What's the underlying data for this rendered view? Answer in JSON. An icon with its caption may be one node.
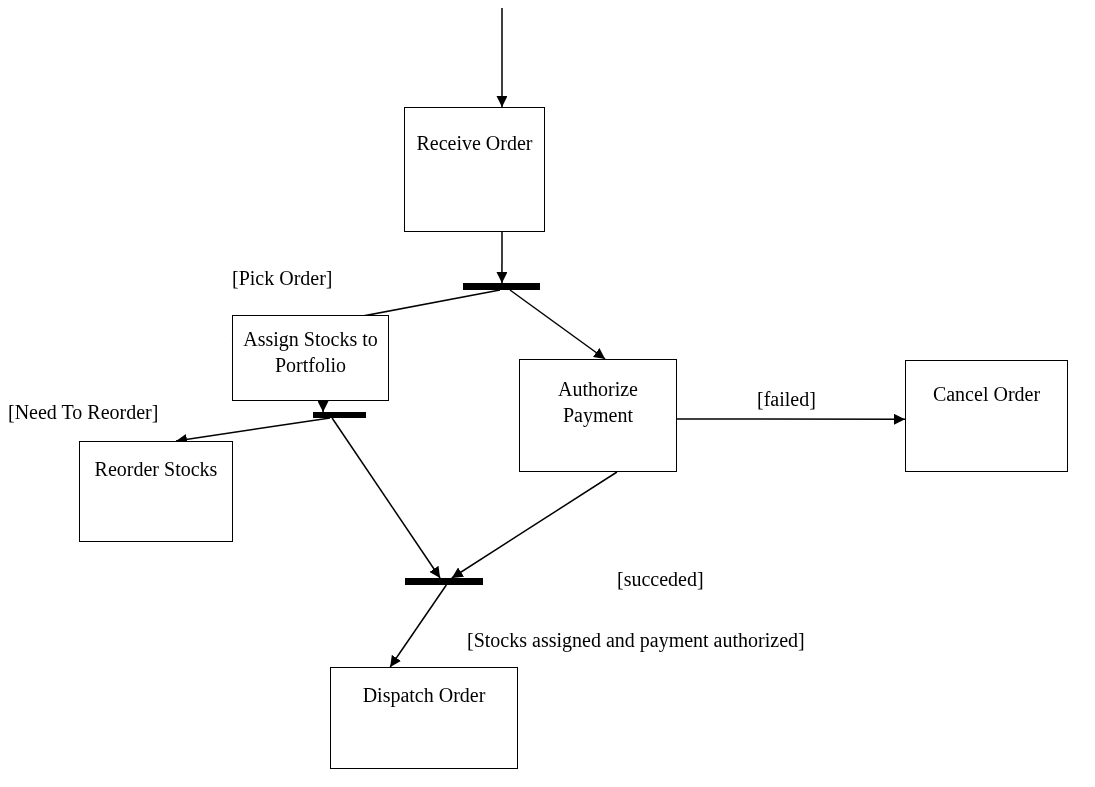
{
  "diagram": {
    "nodes": [
      {
        "text": [
          "Receive Order"
        ]
      },
      {
        "text": [],
        "shape": "bar"
      },
      {
        "text": [
          "Assign Stocks to Portfolio"
        ]
      },
      {
        "text": [
          "Authorize Payment"
        ]
      },
      {
        "text": [
          "Cancel Order"
        ]
      },
      {
        "text": [],
        "shape": "bar"
      },
      {
        "text": [
          "Reorder Stocks"
        ]
      },
      {
        "text": [],
        "shape": "bar"
      },
      {
        "text": [
          "Dispatch Order"
        ]
      }
    ],
    "edges": [
      {
        "from": null,
        "to": 0,
        "arrow": "to"
      },
      {
        "from": 0,
        "to": 1,
        "arrow": "to"
      },
      {
        "from": 1,
        "to": 2,
        "arrow": "to",
        "label": "[Pick Order]"
      },
      {
        "from": 1,
        "to": 3,
        "arrow": "to"
      },
      {
        "from": 3,
        "to": 4,
        "arrow": "to",
        "label": "[failed]"
      },
      {
        "from": 2,
        "to": 5,
        "arrow": "to"
      },
      {
        "from": 5,
        "to": 6,
        "arrow": "to",
        "label": "[Need To Reorder]"
      },
      {
        "from": 5,
        "to": 7,
        "arrow": "to"
      },
      {
        "from": 3,
        "to": 7,
        "arrow": "to",
        "label": "[succeded]"
      },
      {
        "from": 7,
        "to": 8,
        "arrow": "to",
        "label": "[Stocks assigned and payment authorized]"
      }
    ]
  }
}
